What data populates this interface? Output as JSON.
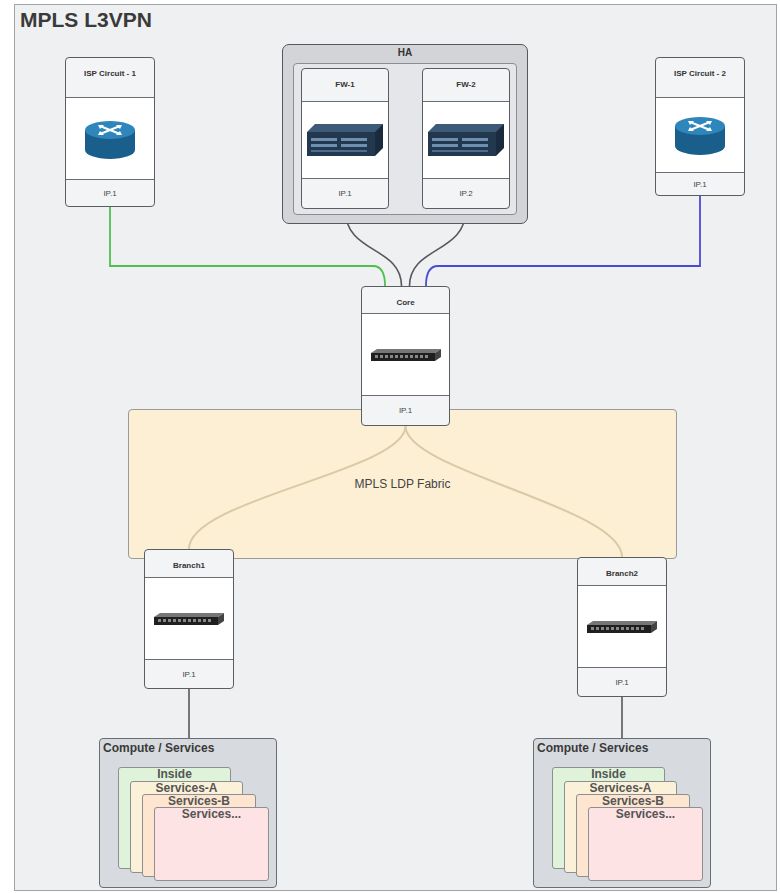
{
  "diagram": {
    "title": "MPLS L3VPN",
    "nodes": [
      {
        "text": [
          "ISP Circuit - 1",
          "IP.1"
        ]
      },
      {
        "text": [
          "HA"
        ]
      },
      {
        "text": [
          "FW-1",
          "IP.1"
        ],
        "in": 1
      },
      {
        "text": [
          "FW-2",
          "IP.2"
        ],
        "in": 1
      },
      {
        "text": [
          "ISP Circuit - 2",
          "IP.1"
        ]
      },
      {
        "text": [
          "Core",
          "IP.1"
        ]
      },
      {
        "text": [
          "MPLS LDP Fabric"
        ]
      },
      {
        "text": [
          "Branch1",
          "IP.1"
        ]
      },
      {
        "text": [
          "Branch2",
          "IP.1"
        ]
      },
      {
        "text": [
          "Compute / Services"
        ]
      },
      {
        "text": [
          "Inside"
        ],
        "in": 9
      },
      {
        "text": [
          "Services-A"
        ],
        "in": 9
      },
      {
        "text": [
          "Services-B"
        ],
        "in": 9
      },
      {
        "text": [
          "Services..."
        ],
        "in": 9
      },
      {
        "text": [
          "Compute / Services"
        ]
      },
      {
        "text": [
          "Inside"
        ],
        "in": 14
      },
      {
        "text": [
          "Services-A"
        ],
        "in": 14
      },
      {
        "text": [
          "Services-B"
        ],
        "in": 14
      },
      {
        "text": [
          "Services..."
        ],
        "in": 14
      }
    ],
    "edges": [
      {
        "from": 2,
        "to": 3,
        "arrow": "none"
      },
      {
        "from": 0,
        "to": 5,
        "arrow": "none"
      },
      {
        "from": 2,
        "to": 5,
        "arrow": "none"
      },
      {
        "from": 3,
        "to": 5,
        "arrow": "none"
      },
      {
        "from": 4,
        "to": 5,
        "arrow": "none"
      },
      {
        "from": 5,
        "to": 7,
        "arrow": "none"
      },
      {
        "from": 5,
        "to": 8,
        "arrow": "none"
      },
      {
        "from": 7,
        "to": 9,
        "arrow": "none"
      },
      {
        "from": 8,
        "to": 14,
        "arrow": "none"
      }
    ]
  }
}
